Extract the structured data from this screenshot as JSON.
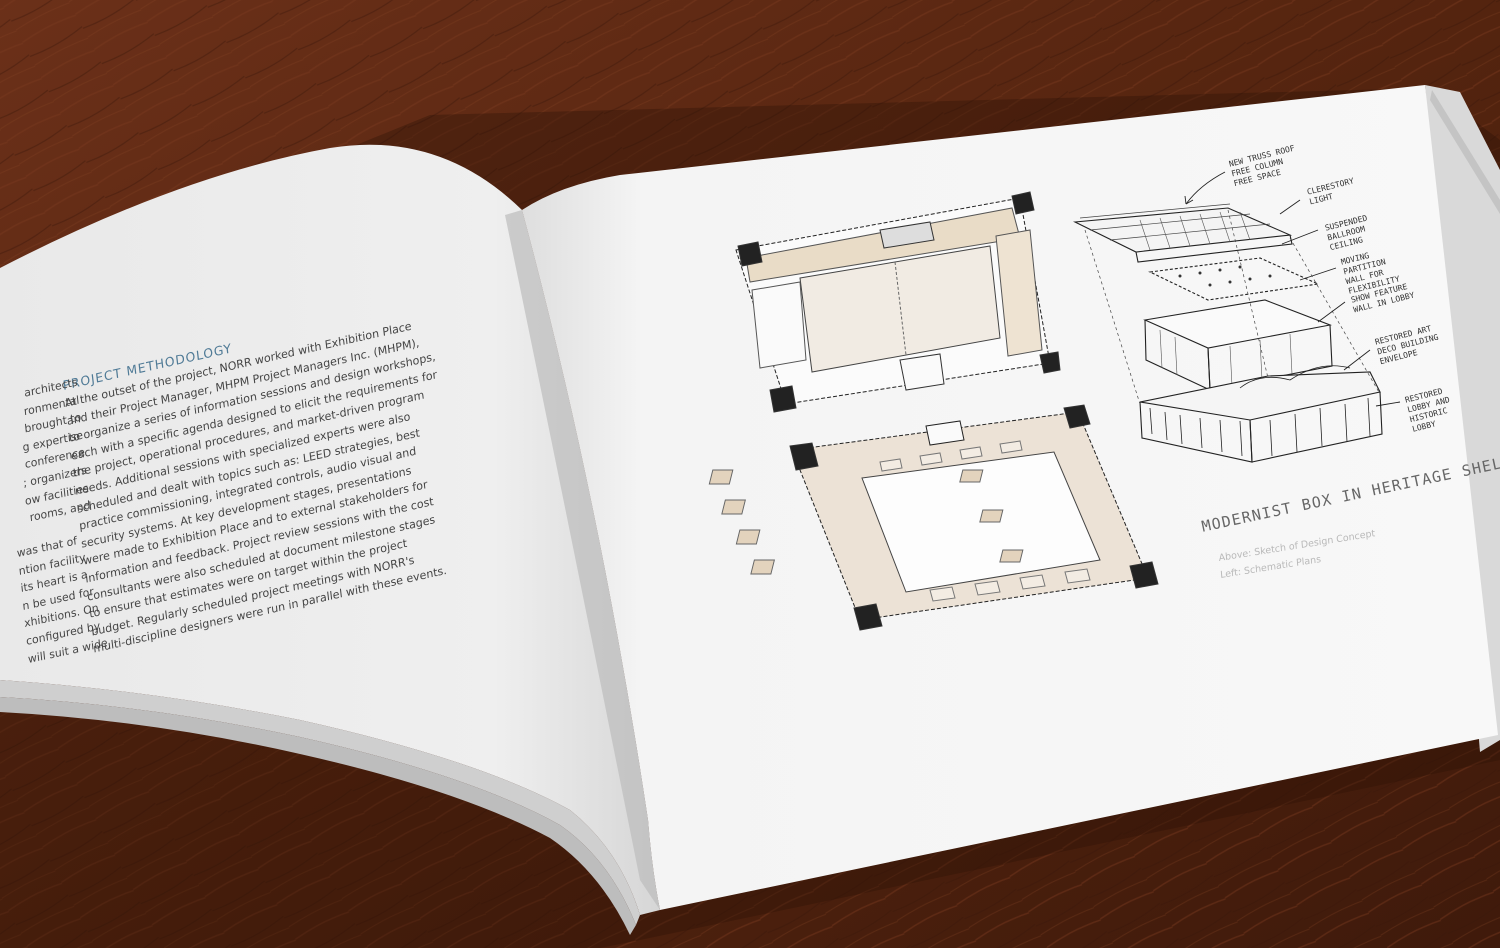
{
  "left_page": {
    "section_heading": "PROJECT METHODOLOGY",
    "paragraph_lines": [
      "At the outset of the project, NORR worked with Exhibition Place",
      "and their Project Manager, MHPM Project Managers Inc. (MHPM),",
      "to organize a series of information sessions and design workshops,",
      "each with a specific agenda designed to elicit the requirements for",
      "the project, operational procedures, and market-driven program",
      "needs. Additional sessions with specialized experts were also",
      "scheduled and dealt with topics such as: LEED strategies, best",
      "practice commissioning, integrated controls, audio visual and",
      "security systems. At key development stages, presentations",
      "were made to Exhibition Place and to external stakeholders for",
      "information and feedback. Project review sessions with the cost",
      "consultants were also scheduled at document milestone stages",
      "to ensure that estimates were on target within the project",
      "budget. Regularly scheduled project meetings with NORR's",
      "multi-discipline designers were run in parallel with these events."
    ],
    "cut_column_1": [
      "architects",
      "ronmental",
      "brought to",
      "g expertise",
      "conference",
      "; organizers",
      "ow facilities",
      "rooms, and"
    ],
    "cut_column_2": [
      "was that of",
      "ntion facility",
      "its heart is a",
      "n be used for",
      "xhibitions. On",
      "configured by",
      "will suit a wide"
    ]
  },
  "right_page": {
    "sketch_title": "MODERNIST BOX IN HERITAGE SHELL",
    "sketch_annotations": [
      "NEW TRUSS ROOF FREE COLUMN FREE SPACE",
      "CLERESTORY LIGHT",
      "SUSPENDED BALLROOM CEILING",
      "MOVING PARTITION WALL FOR FLEXIBILITY",
      "SHOW FEATURE WALL IN LOBBY",
      "RESTORED ART DECO BUILDING ENVELOPE",
      "RESTORED LOBBY AND HISTORIC LOBBY"
    ],
    "captions": [
      "Above: Sketch of Design Concept",
      "Left: Schematic Plans"
    ]
  },
  "colors": {
    "table_wood": "#5a2a17",
    "page_left": "#eeeeee",
    "page_right": "#f7f7f7",
    "heading_blue": "#4f7a96",
    "plan_fill": "#e6d9c8"
  }
}
